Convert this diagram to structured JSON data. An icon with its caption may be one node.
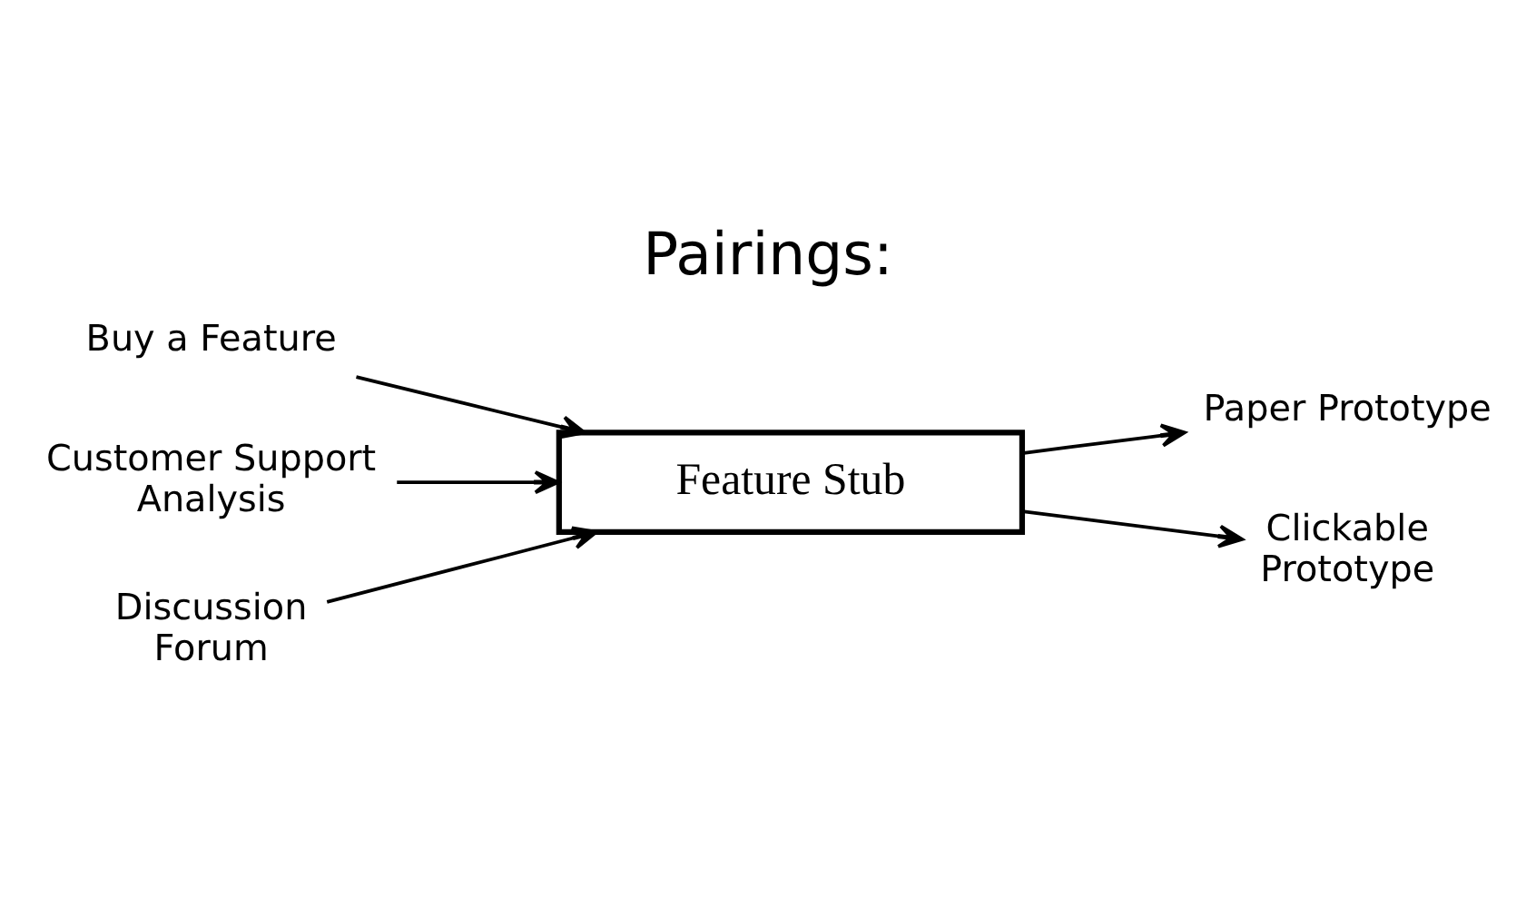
{
  "diagram": {
    "title": "Pairings:",
    "nodes": [
      {
        "text": [
          "Buy a Feature"
        ]
      },
      {
        "text": [
          "Customer Support Analysis"
        ]
      },
      {
        "text": [
          "Feature Stub"
        ]
      },
      {
        "text": [
          "Discussion Forum"
        ]
      },
      {
        "text": [
          "Paper Prototype"
        ]
      },
      {
        "text": [
          "Clickable Prototype"
        ]
      }
    ],
    "edges": [
      {
        "from": 0,
        "to": 2,
        "arrow": "to"
      },
      {
        "from": 1,
        "to": 2,
        "arrow": "to"
      },
      {
        "from": 3,
        "to": 2,
        "arrow": "to"
      },
      {
        "from": 2,
        "to": 4,
        "arrow": "to"
      },
      {
        "from": 2,
        "to": 5,
        "arrow": "to"
      }
    ]
  }
}
